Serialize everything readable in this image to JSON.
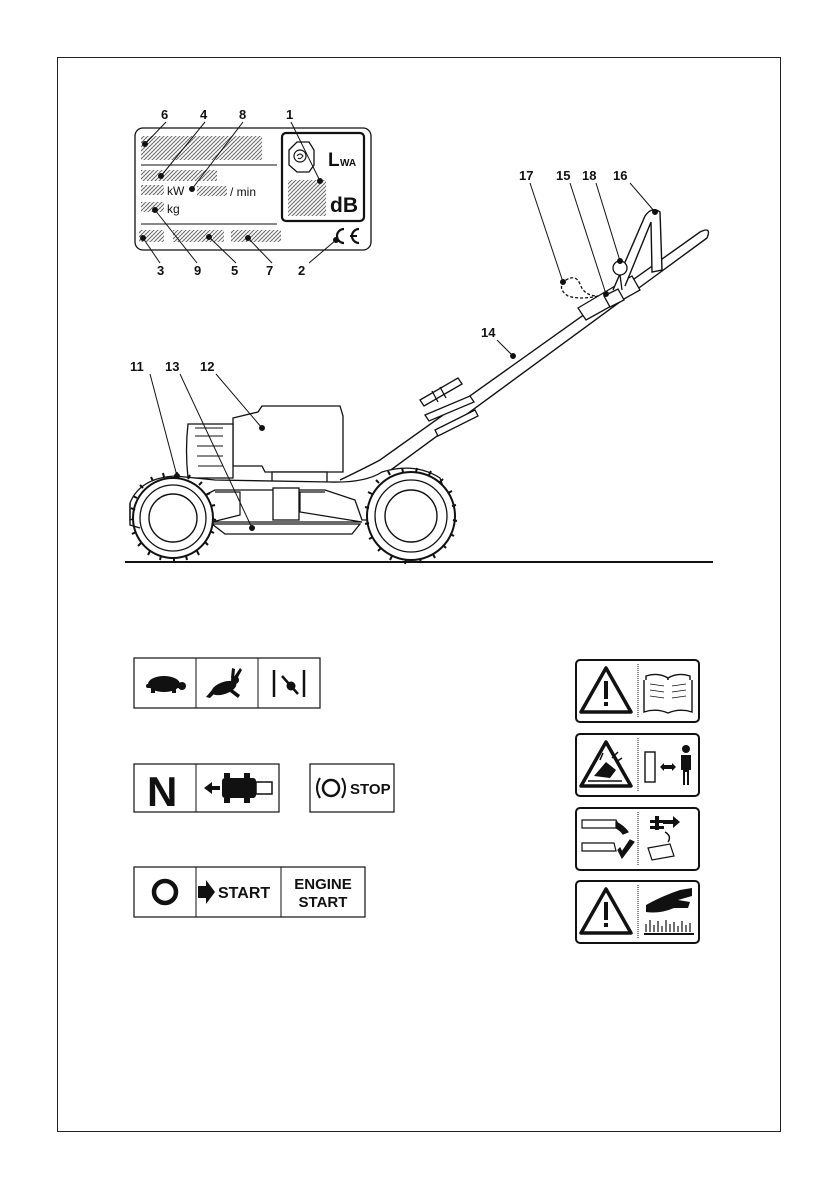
{
  "rating_plate": {
    "lwa_label": "L",
    "lwa_sub": "WA",
    "db_label": "dB",
    "kw_label": "kW",
    "rpm_label": "/ min",
    "kg_label": "kg",
    "ce_label": "CE"
  },
  "callouts": {
    "n1": "1",
    "n2": "2",
    "n3": "3",
    "n4": "4",
    "n5": "5",
    "n6": "6",
    "n7": "7",
    "n8": "8",
    "n9": "9",
    "n11": "11",
    "n12": "12",
    "n13": "13",
    "n14": "14",
    "n15": "15",
    "n16": "16",
    "n17": "17",
    "n18": "18"
  },
  "symbols": {
    "neutral": "N",
    "stop": "STOP",
    "start": "START",
    "engine_start_line1": "ENGINE",
    "engine_start_line2": "START"
  },
  "icons": [
    "turtle-icon",
    "rabbit-icon",
    "choke-icon",
    "neutral-icon",
    "forward-drive-icon",
    "brake-stop-icon",
    "off-circle-icon",
    "arrow-start-icon",
    "warning-icon",
    "manual-book-icon",
    "projectile-warning-icon",
    "distance-person-icon",
    "spark-plug-icon",
    "blade-hand-icon"
  ]
}
